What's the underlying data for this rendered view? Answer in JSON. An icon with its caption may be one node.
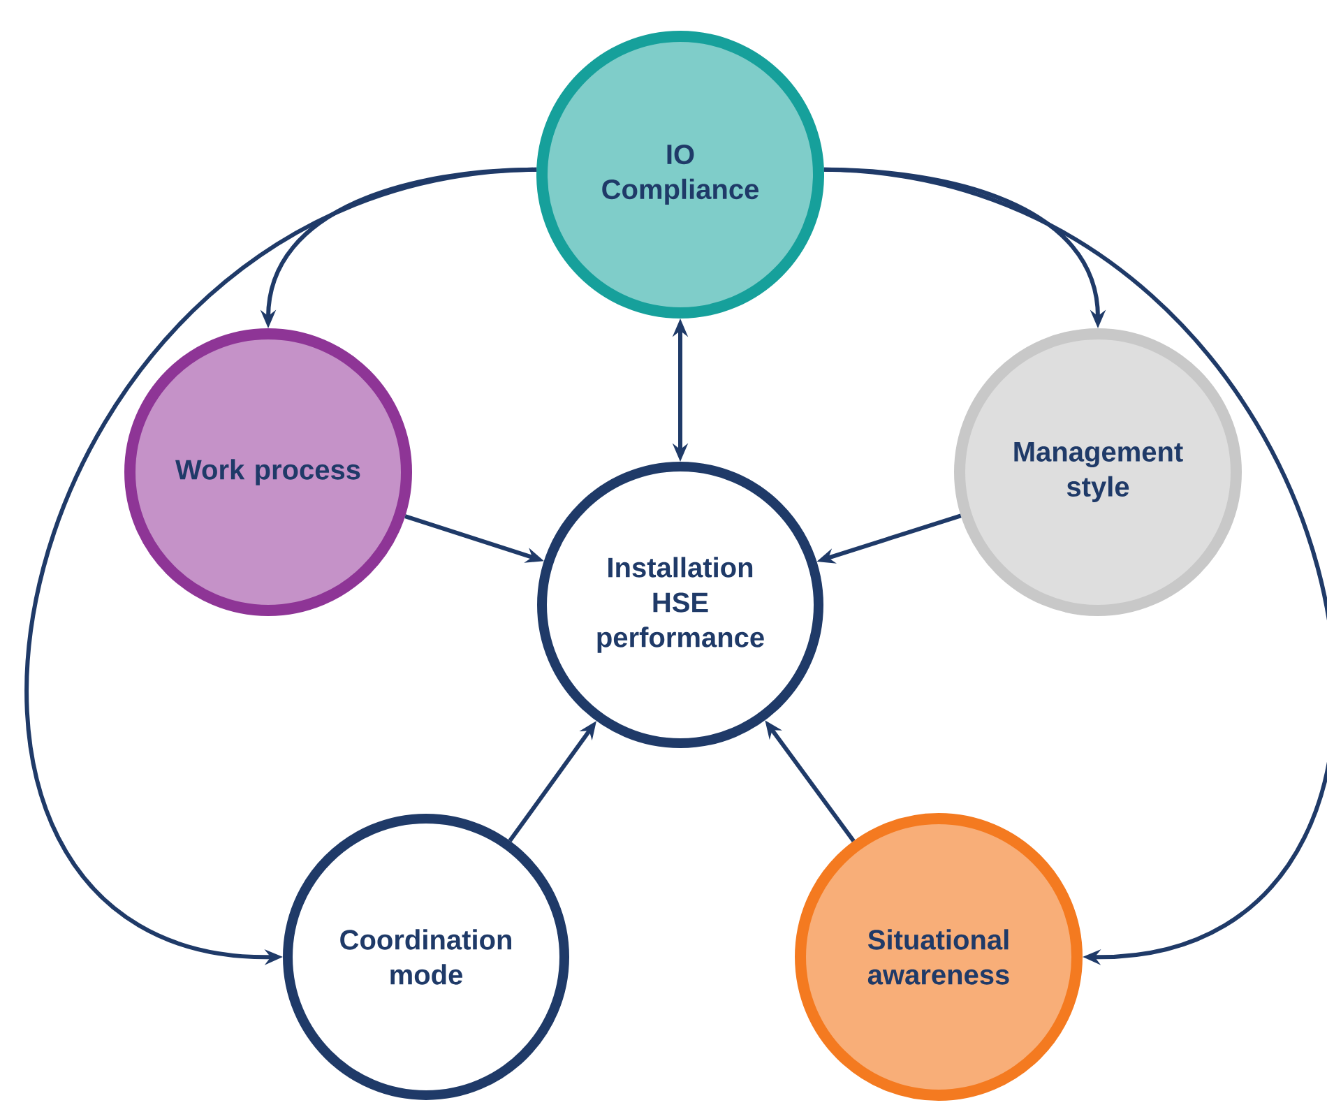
{
  "diagram": {
    "nodes": [
      {
        "text": [
          "IO Compliance"
        ]
      },
      {
        "text": [
          "Work process"
        ]
      },
      {
        "text": [
          "Management style"
        ]
      },
      {
        "text": [
          "Installation HSE performance"
        ]
      },
      {
        "text": [
          "Coordination mode"
        ]
      },
      {
        "text": [
          "Situational awareness"
        ]
      }
    ],
    "edges": [
      {
        "from": 0,
        "to": 1,
        "arrow": "to"
      },
      {
        "from": 0,
        "to": 2,
        "arrow": "to"
      },
      {
        "from": 0,
        "to": 3,
        "arrow": "both"
      },
      {
        "from": 0,
        "to": 4,
        "arrow": "to"
      },
      {
        "from": 0,
        "to": 5,
        "arrow": "to"
      },
      {
        "from": 1,
        "to": 3,
        "arrow": "to"
      },
      {
        "from": 2,
        "to": 3,
        "arrow": "to"
      },
      {
        "from": 4,
        "to": 3,
        "arrow": "to"
      },
      {
        "from": 5,
        "to": 3,
        "arrow": "to"
      }
    ]
  }
}
